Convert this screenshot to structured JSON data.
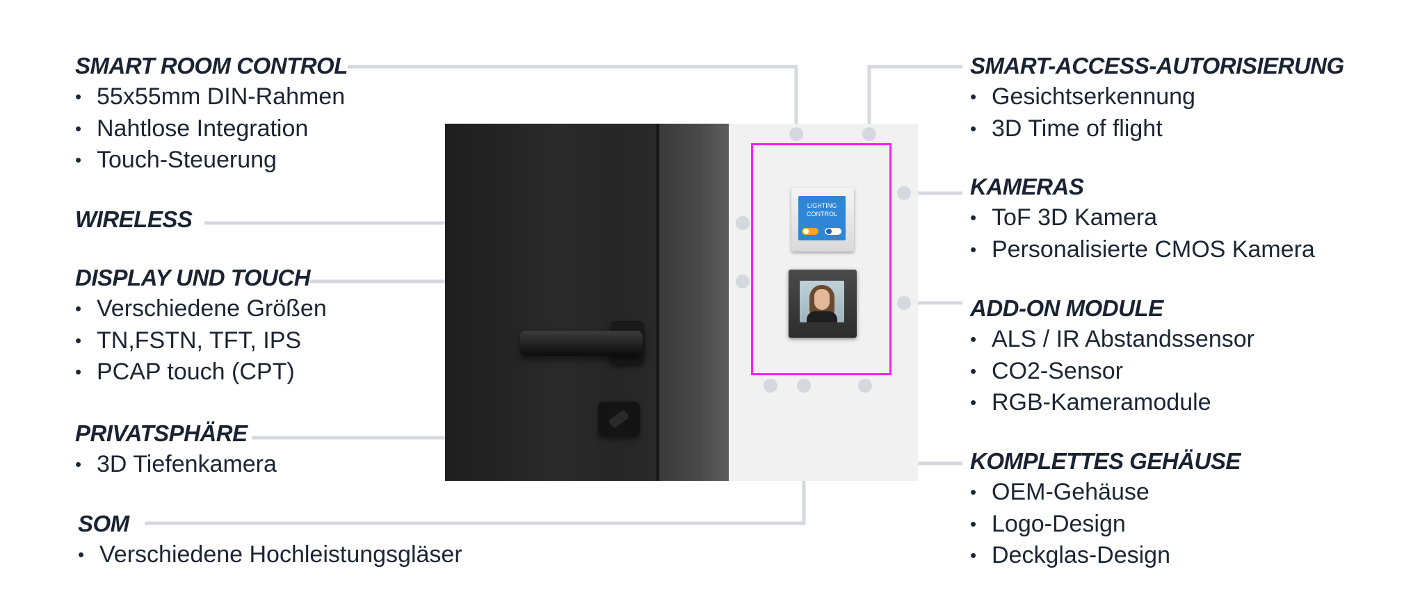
{
  "features_left": [
    {
      "title": "SMART ROOM CONTROL",
      "items": [
        "55x55mm DIN-Rahmen",
        "Nahtlose Integration",
        "Touch-Steuerung"
      ]
    },
    {
      "title": "WIRELESS",
      "items": []
    },
    {
      "title": "DISPLAY UND TOUCH",
      "items": [
        "Verschiedene Größen",
        "TN,FSTN, TFT, IPS",
        "PCAP touch (CPT)"
      ]
    },
    {
      "title": "PRIVATSPHÄRE",
      "items": [
        "3D Tiefenkamera"
      ]
    },
    {
      "title": "SOM",
      "items": [
        "Verschiedene Hochleistungsgläser"
      ]
    }
  ],
  "features_right": [
    {
      "title": "SMART-ACCESS-AUTORISIERUNG",
      "items": [
        "Gesichtserkennung",
        "3D Time of flight"
      ]
    },
    {
      "title": "KAMERAS",
      "items": [
        "ToF 3D Kamera",
        "Personalisierte CMOS Kamera"
      ]
    },
    {
      "title": "ADD-ON MODULE",
      "items": [
        "ALS / IR Abstandssensor",
        "CO2-Sensor",
        "RGB-Kameramodule"
      ]
    },
    {
      "title": "KOMPLETTES GEHÄUSE",
      "items": [
        "OEM-Gehäuse",
        "Logo-Design",
        "Deckglas-Design"
      ]
    }
  ],
  "device": {
    "lighting_panel_text": "LIGHTING CONTROL"
  },
  "colors": {
    "heading": "#1a2332",
    "connector": "#d5d9de",
    "highlight": "#ff1eff"
  }
}
